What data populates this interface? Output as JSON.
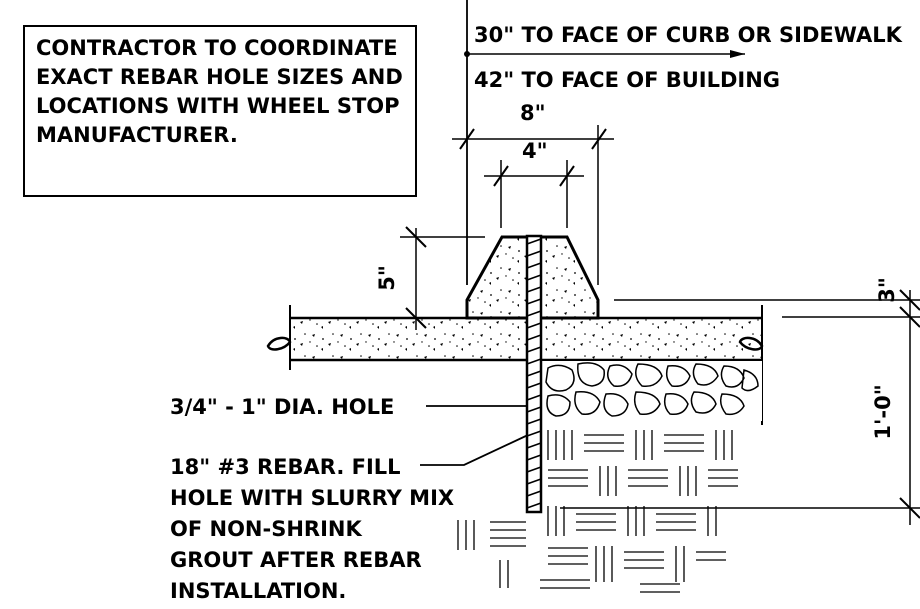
{
  "note": {
    "lines": [
      "CONTRACTOR TO COORDINATE",
      "EXACT REBAR HOLE SIZES AND",
      "LOCATIONS WITH WHEEL STOP",
      "MANUFACTURER."
    ]
  },
  "dimensions": {
    "curb_offset": "30\" TO FACE OF CURB OR SIDEWALK",
    "building_offset": "42\" TO FACE OF BUILDING",
    "stop_base_width": "8\"",
    "stop_top_width": "4\"",
    "stop_height": "5\"",
    "depth": "1'-0\"",
    "slab_thickness": "3\""
  },
  "callouts": {
    "hole": "3/4\" - 1\" DIA. HOLE",
    "rebar_lines": [
      "18\" #3 REBAR.  FILL",
      "HOLE WITH SLURRY MIX",
      "OF NON-SHRINK",
      "GROUT AFTER REBAR",
      "INSTALLATION."
    ]
  }
}
